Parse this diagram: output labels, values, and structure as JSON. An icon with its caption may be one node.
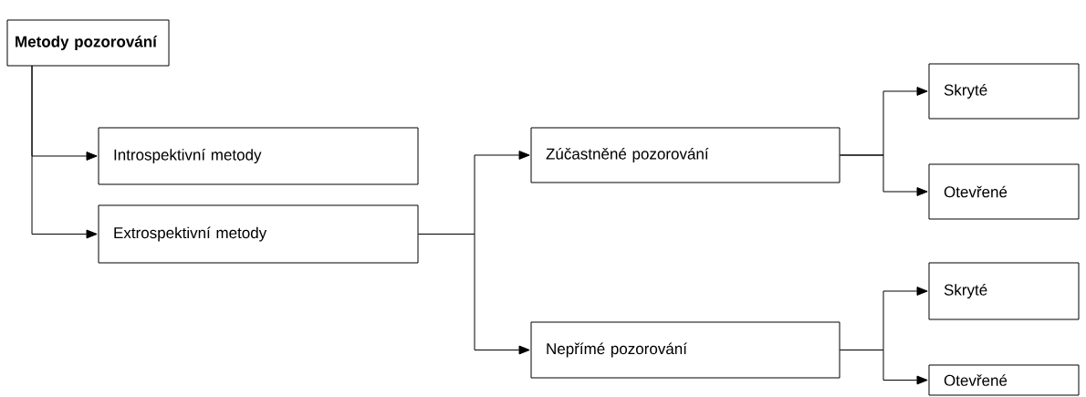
{
  "diagram": {
    "nodes": [
      {
        "text": [
          "Metody pozorování"
        ]
      },
      {
        "text": [
          "Introspektivní metody"
        ]
      },
      {
        "text": [
          "Extrospektivní metody"
        ]
      },
      {
        "text": [
          "Zúčastněné pozorování"
        ]
      },
      {
        "text": [
          "Nepřímé pozorování"
        ]
      },
      {
        "text": [
          "Skryté"
        ]
      },
      {
        "text": [
          "Otevřené"
        ]
      },
      {
        "text": [
          "Skryté"
        ]
      },
      {
        "text": [
          "Otevřené"
        ]
      }
    ],
    "edges": [
      {
        "from": 0,
        "to": 1,
        "arrow": "to"
      },
      {
        "from": 0,
        "to": 2,
        "arrow": "to"
      },
      {
        "from": 2,
        "to": 3,
        "arrow": "to"
      },
      {
        "from": 2,
        "to": 4,
        "arrow": "to"
      },
      {
        "from": 3,
        "to": 5,
        "arrow": "to"
      },
      {
        "from": 3,
        "to": 6,
        "arrow": "to"
      },
      {
        "from": 4,
        "to": 7,
        "arrow": "to"
      },
      {
        "from": 4,
        "to": 8,
        "arrow": "to"
      }
    ]
  }
}
